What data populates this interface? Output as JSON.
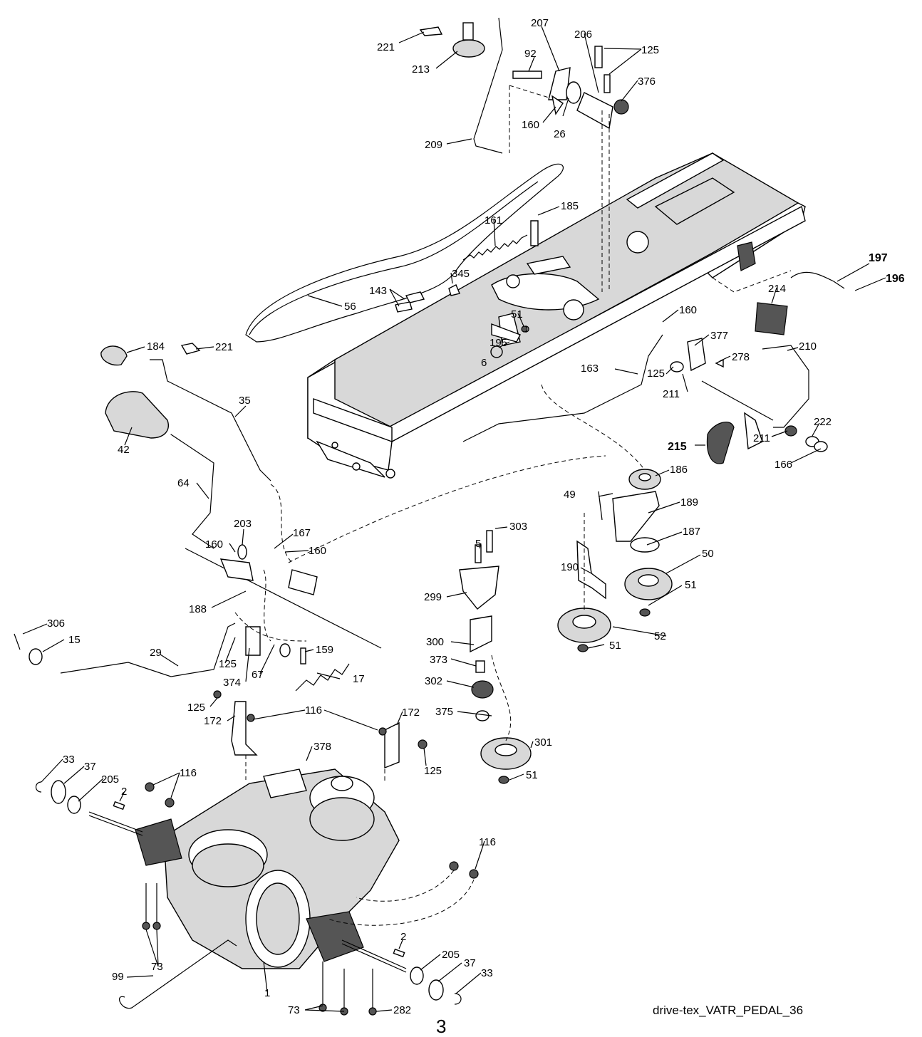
{
  "diagram_id": "drive-tex_VATR_PEDAL_36",
  "page_number": "3",
  "callouts": {
    "c221a": "221",
    "c213": "213",
    "c207": "207",
    "c206": "206",
    "c125a": "125",
    "c92": "92",
    "c376": "376",
    "c160a": "160",
    "c26": "26",
    "c209": "209",
    "c185": "185",
    "c161": "161",
    "c345": "345",
    "c143": "143",
    "c56": "56",
    "c51a": "51",
    "c195": "195",
    "c6": "6",
    "c197": "197",
    "c196": "196",
    "c214": "214",
    "c160b": "160",
    "c377": "377",
    "c278": "278",
    "c210": "210",
    "c184": "184",
    "c221b": "221",
    "c35": "35",
    "c163": "163",
    "c125b": "125",
    "c211a": "211",
    "c222": "222",
    "c215": "215",
    "c211b": "211",
    "c166": "166",
    "c42": "42",
    "c186": "186",
    "c64": "64",
    "c49": "49",
    "c189": "189",
    "c203": "203",
    "c167": "167",
    "c160c": "160",
    "c160d": "160",
    "c303": "303",
    "c5": "5",
    "c187": "187",
    "c50": "50",
    "c190": "190",
    "c188": "188",
    "c299": "299",
    "c51b": "51",
    "c52": "52",
    "c306": "306",
    "c15": "15",
    "c29": "29",
    "c125c": "125",
    "c374": "374",
    "c67": "67",
    "c159": "159",
    "c17": "17",
    "c300": "300",
    "c51c": "51",
    "c373": "373",
    "c302": "302",
    "c125d": "125",
    "c116a": "116",
    "c172a": "172",
    "c172b": "172",
    "c375": "375",
    "c301": "301",
    "c125e": "125",
    "c378": "378",
    "c33a": "33",
    "c37a": "37",
    "c116b": "116",
    "c205a": "205",
    "c2a": "2",
    "c51d": "51",
    "c116c": "116",
    "c73a": "73",
    "c99": "99",
    "c2b": "2",
    "c205b": "205",
    "c37b": "37",
    "c33b": "33",
    "c1": "1",
    "c73b": "73",
    "c282": "282"
  }
}
